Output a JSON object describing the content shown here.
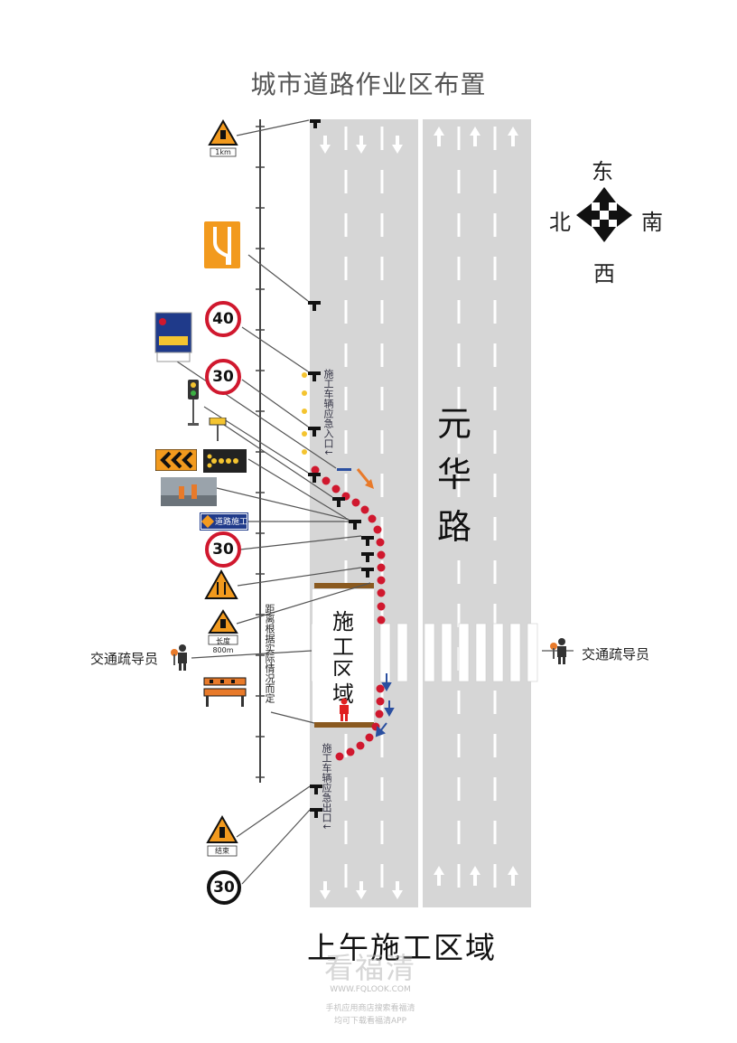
{
  "title": "城市道路作业区布置",
  "road_name_chars": [
    "元",
    "华",
    "路"
  ],
  "compass": {
    "east": "东",
    "west": "西",
    "north": "北",
    "south": "南"
  },
  "traffic_guide_label": "交通疏导员",
  "zone_chars": [
    "施",
    "工",
    "区",
    "域"
  ],
  "entry_text": "施工车辆应急入口↓",
  "exit_text": "施工车辆应急出口↓",
  "distance_text": "距离根据实际情况而定",
  "bottom_title": "上午施工区域",
  "signs": {
    "speed_40": "40",
    "speed_30_a": "30",
    "speed_30_b": "30",
    "speed_30_end": "30",
    "work_ahead_caption": "1km",
    "road_work_text": "道路施工",
    "long_work_caption": "长度800m",
    "end_caption": "结束"
  },
  "watermark": {
    "main": "看福清",
    "url": "WWW.FQLOOK.COM",
    "line1": "手机应用商店搜索看福清",
    "line2": "均可下载看福清APP"
  },
  "colors": {
    "road": "#d6d6d6",
    "lane_mark": "#ffffff",
    "cone_red": "#d0182e",
    "warning_light": "#f4c430",
    "sign_orange": "#f29a1e",
    "sign_red_ring": "#d0182e",
    "arrow_orange": "#e87a2a",
    "arrow_blue": "#2a4fa0"
  },
  "icons": [
    "compass-arrows-icon",
    "person-flag-icon",
    "work-zone-person-icon"
  ]
}
